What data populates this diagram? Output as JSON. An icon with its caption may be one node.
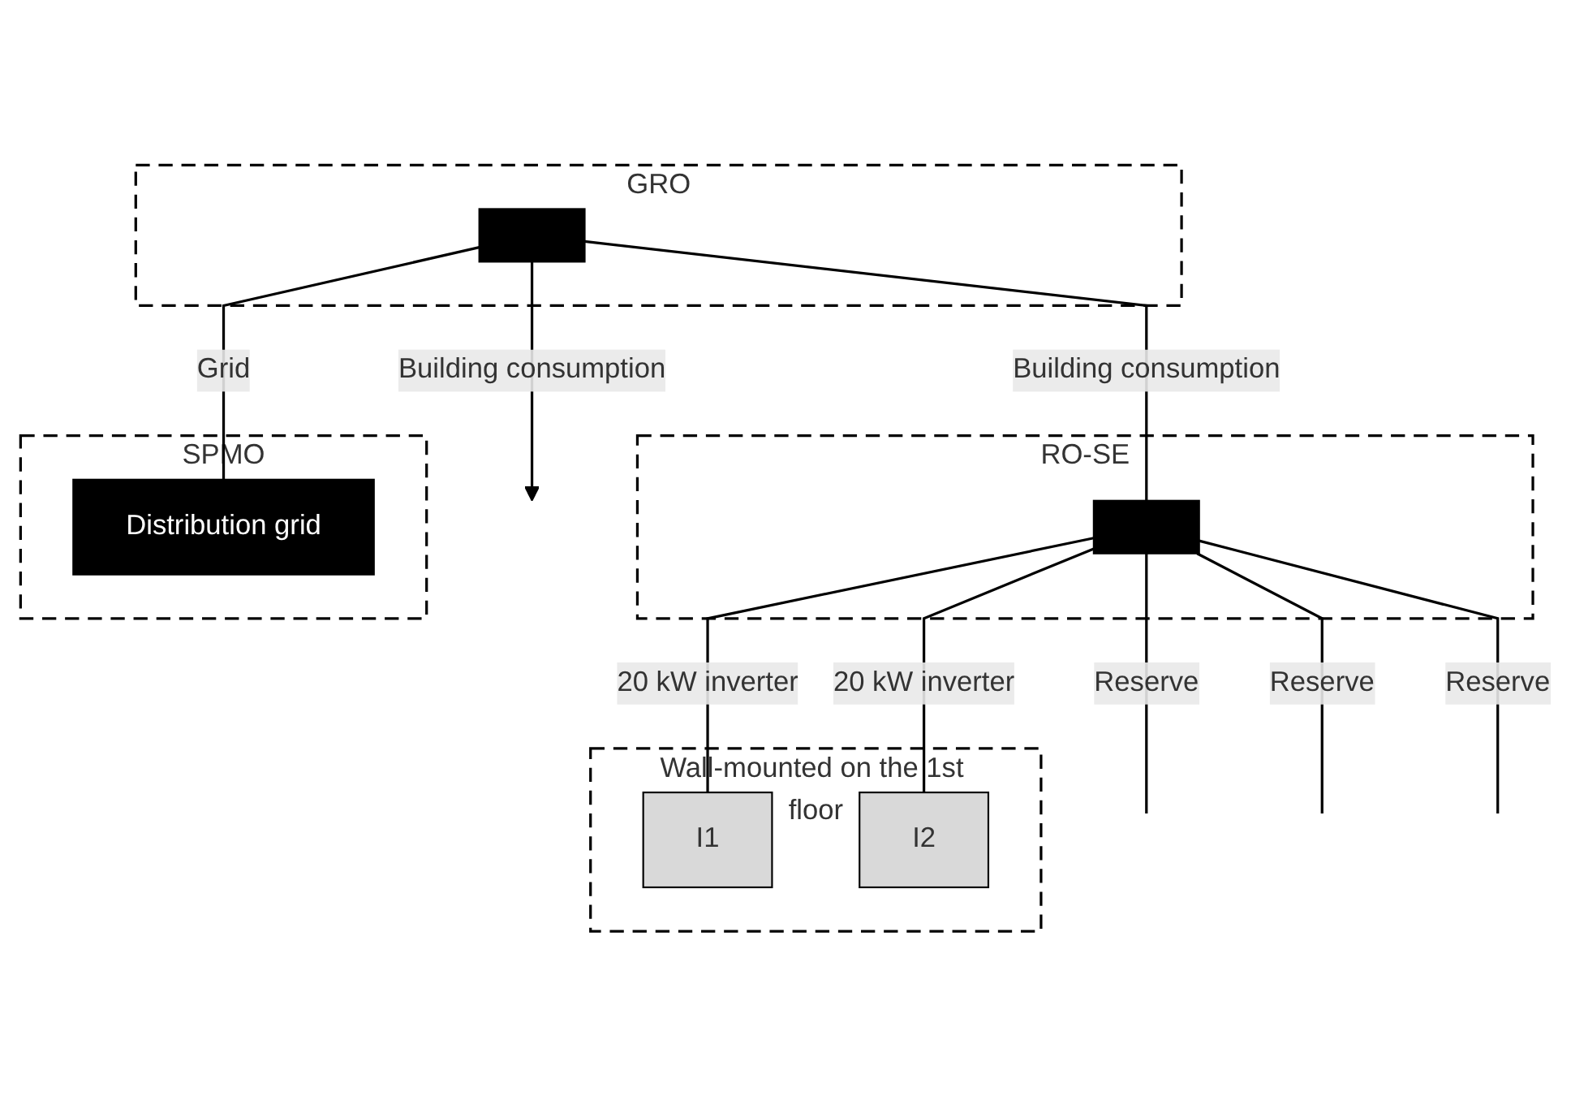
{
  "diagram": {
    "nodes": [
      {
        "text": [
          "GRO"
        ]
      },
      {
        "text": [],
        "shape": "bar",
        "in": 0
      },
      {
        "text": [
          "RO-SE"
        ]
      },
      {
        "text": [],
        "shape": "bar",
        "in": 2
      },
      {
        "text": [
          "SPMO"
        ]
      },
      {
        "text": [
          "Distribution grid"
        ],
        "in": 4
      },
      {
        "text": [
          "Wall-mounted on the 1st floor"
        ]
      },
      {
        "text": [
          "I1"
        ],
        "in": 6
      },
      {
        "text": [
          "I2"
        ],
        "in": 6
      }
    ],
    "edges": [
      {
        "from": 1,
        "to": 5,
        "arrow": "none",
        "label": "Grid"
      },
      {
        "from": 1,
        "to": null,
        "arrow": "to",
        "label": "Building consumption"
      },
      {
        "from": 1,
        "to": 3,
        "arrow": "none",
        "label": "Building consumption"
      },
      {
        "from": 3,
        "to": 7,
        "arrow": "none",
        "label": "20 kW inverter"
      },
      {
        "from": 3,
        "to": 8,
        "arrow": "none",
        "label": "20 kW inverter"
      },
      {
        "from": 3,
        "to": null,
        "arrow": "none",
        "label": "Reserve"
      },
      {
        "from": 3,
        "to": null,
        "arrow": "none",
        "label": "Reserve"
      },
      {
        "from": 3,
        "to": null,
        "arrow": "none",
        "label": "Reserve"
      }
    ]
  }
}
